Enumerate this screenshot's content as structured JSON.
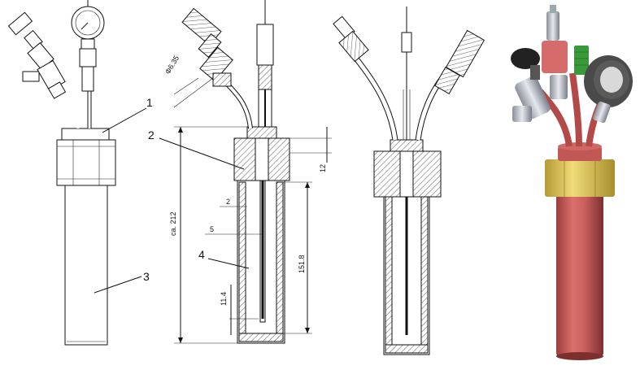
{
  "callouts": {
    "c1": "1",
    "c2": "2",
    "c3": "3",
    "c4": "4"
  },
  "dimensions": {
    "pipe_diameter": "Φ6.35",
    "total_height": "ca. 212",
    "top_height": "12",
    "inner_depth": "151.8",
    "wall": "2",
    "tube_offset": "5",
    "bottom_gap": "11.4"
  },
  "colors": {
    "vessel_red": "#c9605e",
    "nut_yellow": "#e5cf63",
    "fitting_green": "#3a9a3a",
    "gauge_grey": "#5a5a5a",
    "knob_black": "#222222",
    "line": "#111111"
  },
  "icons": [
    "pressure-gauge-icon",
    "valve-knob-icon"
  ]
}
